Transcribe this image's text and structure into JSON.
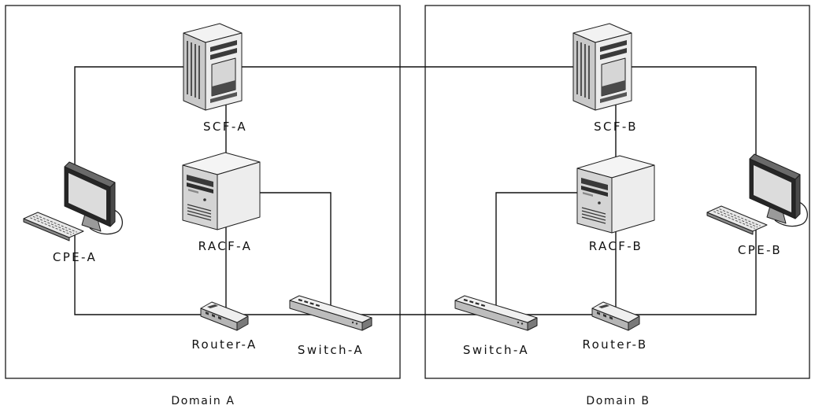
{
  "domains": {
    "a": {
      "label": "Domain A"
    },
    "b": {
      "label": "Domain B"
    }
  },
  "nodes": {
    "scf_a": {
      "label": "SCF-A",
      "icon": "server-icon"
    },
    "racf_a": {
      "label": "RACF-A",
      "icon": "tower-pc-icon"
    },
    "cpe_a": {
      "label": "CPE-A",
      "icon": "workstation-icon"
    },
    "router_a": {
      "label": "Router-A",
      "icon": "router-icon"
    },
    "switch_a_left": {
      "label": "Switch-A",
      "icon": "switch-icon"
    },
    "scf_b": {
      "label": "SCF-B",
      "icon": "server-icon"
    },
    "racf_b": {
      "label": "RACF-B",
      "icon": "tower-pc-icon"
    },
    "cpe_b": {
      "label": "CPE-B",
      "icon": "workstation-icon"
    },
    "router_b": {
      "label": "Router-B",
      "icon": "router-icon"
    },
    "switch_a_right": {
      "label": "Switch-A",
      "icon": "switch-icon"
    }
  }
}
